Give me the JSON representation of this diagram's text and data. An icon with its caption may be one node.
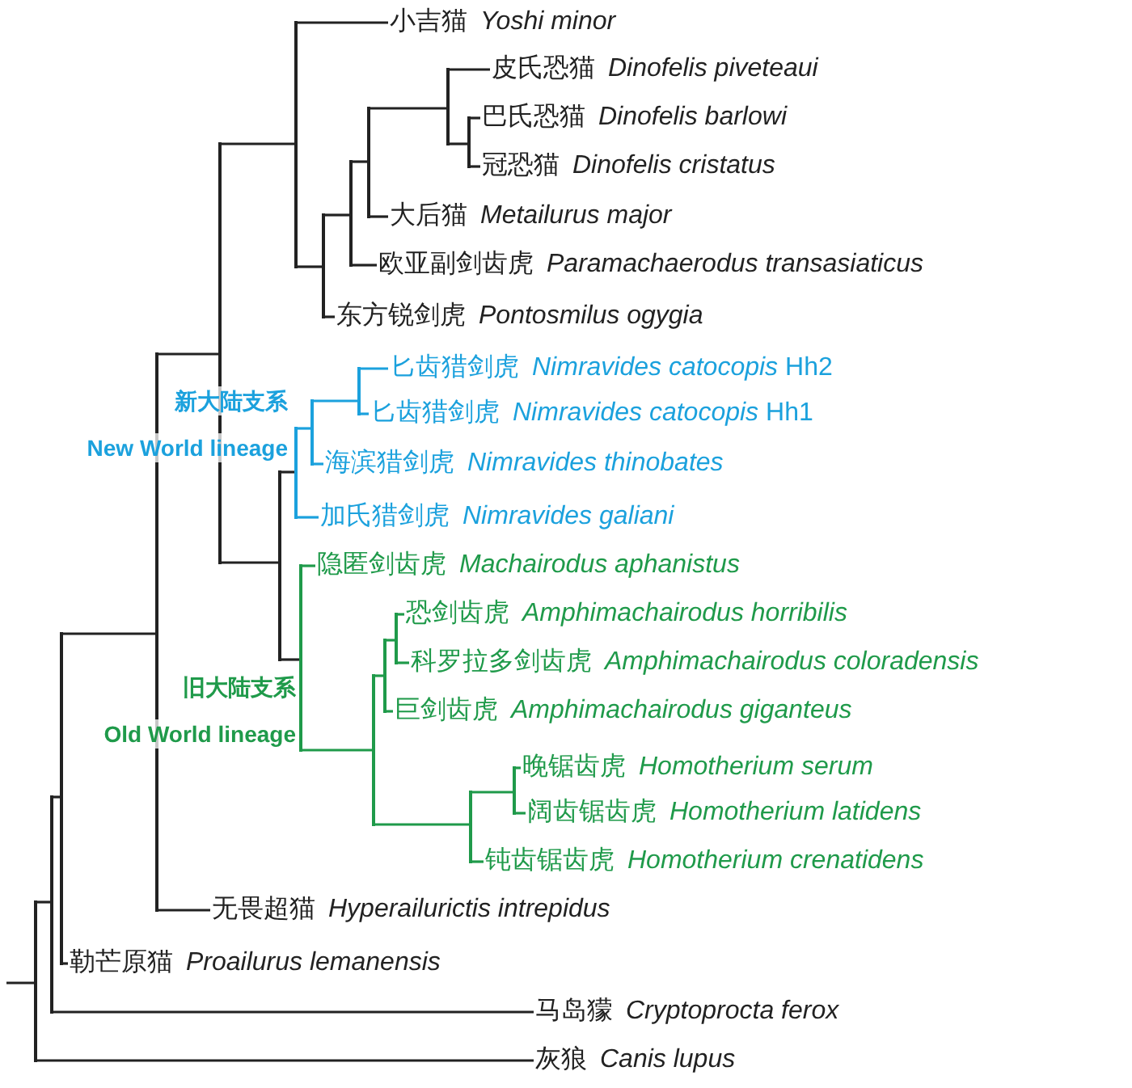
{
  "diagram": {
    "nodes": [
      {
        "text": [],
        "shape": "bar"
      },
      {
        "text": [],
        "shape": "bar"
      },
      {
        "text": [],
        "shape": "bar"
      },
      {
        "text": [],
        "shape": "bar"
      },
      {
        "text": [],
        "shape": "bar"
      },
      {
        "text": [],
        "shape": "bar"
      },
      {
        "text": [
          "小吉猫",
          "Yoshi minor"
        ]
      },
      {
        "text": [],
        "shape": "bar"
      },
      {
        "text": [],
        "shape": "bar"
      },
      {
        "text": [],
        "shape": "bar"
      },
      {
        "text": [],
        "shape": "bar"
      },
      {
        "text": [
          "皮氏恐猫",
          "Dinofelis piveteaui"
        ]
      },
      {
        "text": [],
        "shape": "bar"
      },
      {
        "text": [
          "巴氏恐猫",
          "Dinofelis barlowi"
        ]
      },
      {
        "text": [
          "冠恐猫",
          "Dinofelis cristatus"
        ]
      },
      {
        "text": [
          "大后猫",
          "Metailurus major"
        ]
      },
      {
        "text": [
          "欧亚副剑齿虎",
          "Paramachaerodus transasiaticus"
        ]
      },
      {
        "text": [
          "东方锐剑虎",
          "Pontosmilus ogygia"
        ]
      },
      {
        "text": [],
        "shape": "bar"
      },
      {
        "text": [],
        "shape": "bar"
      },
      {
        "text": [],
        "shape": "bar"
      },
      {
        "text": [],
        "shape": "bar"
      },
      {
        "text": [
          "匕齿猎剑虎",
          "*Nimravides catocopis* Hh2"
        ]
      },
      {
        "text": [
          "匕齿猎剑虎",
          "*Nimravides catocopis* Hh1"
        ]
      },
      {
        "text": [
          "海滨猎剑虎",
          "Nimravides thinobates"
        ]
      },
      {
        "text": [
          "加氏猎剑虎",
          "Nimravides galiani"
        ]
      },
      {
        "text": [],
        "shape": "bar"
      },
      {
        "text": [
          "隐匿剑齿虎",
          "Machairodus aphanistus"
        ]
      },
      {
        "text": [],
        "shape": "bar"
      },
      {
        "text": [],
        "shape": "bar"
      },
      {
        "text": [],
        "shape": "bar"
      },
      {
        "text": [
          "恐剑齿虎",
          "Amphimachairodus horribilis"
        ]
      },
      {
        "text": [
          "科罗拉多剑齿虎",
          "Amphimachairodus coloradensis"
        ]
      },
      {
        "text": [
          "巨剑齿虎",
          "Amphimachairodus giganteus"
        ]
      },
      {
        "text": [],
        "shape": "bar"
      },
      {
        "text": [],
        "shape": "bar"
      },
      {
        "text": [
          "晚锯齿虎",
          "Homotherium serum"
        ]
      },
      {
        "text": [
          "阔齿锯齿虎",
          "Homotherium latidens"
        ]
      },
      {
        "text": [
          "钝齿锯齿虎",
          "Homotherium crenatidens"
        ]
      },
      {
        "text": [
          "无畏超猫",
          "Hyperailurictis intrepidus"
        ]
      },
      {
        "text": [
          "勒芒原猫",
          "Proailurus lemanensis"
        ]
      },
      {
        "text": [
          "马岛獴",
          "Cryptoprocta ferox"
        ]
      },
      {
        "text": [
          "灰狼",
          "Canis lupus"
        ]
      }
    ],
    "edges": [
      {
        "from": null,
        "to": 0,
        "arrow": "none"
      },
      {
        "from": 0,
        "to": 1,
        "arrow": "none"
      },
      {
        "from": 0,
        "to": 42,
        "arrow": "none"
      },
      {
        "from": 1,
        "to": 2,
        "arrow": "none"
      },
      {
        "from": 1,
        "to": 41,
        "arrow": "none"
      },
      {
        "from": 2,
        "to": 3,
        "arrow": "none"
      },
      {
        "from": 2,
        "to": 40,
        "arrow": "none"
      },
      {
        "from": 3,
        "to": 4,
        "arrow": "none"
      },
      {
        "from": 3,
        "to": 39,
        "arrow": "none"
      },
      {
        "from": 4,
        "to": 5,
        "arrow": "none"
      },
      {
        "from": 4,
        "to": 18,
        "arrow": "none"
      },
      {
        "from": 5,
        "to": 6,
        "arrow": "none"
      },
      {
        "from": 5,
        "to": 7,
        "arrow": "none"
      },
      {
        "from": 7,
        "to": 8,
        "arrow": "none"
      },
      {
        "from": 7,
        "to": 17,
        "arrow": "none"
      },
      {
        "from": 8,
        "to": 9,
        "arrow": "none"
      },
      {
        "from": 8,
        "to": 16,
        "arrow": "none"
      },
      {
        "from": 9,
        "to": 10,
        "arrow": "none"
      },
      {
        "from": 9,
        "to": 15,
        "arrow": "none"
      },
      {
        "from": 10,
        "to": 11,
        "arrow": "none"
      },
      {
        "from": 10,
        "to": 12,
        "arrow": "none"
      },
      {
        "from": 12,
        "to": 13,
        "arrow": "none"
      },
      {
        "from": 12,
        "to": 14,
        "arrow": "none"
      },
      {
        "from": 18,
        "to": 19,
        "arrow": "none"
      },
      {
        "from": 18,
        "to": 26,
        "arrow": "none"
      },
      {
        "from": 19,
        "to": 20,
        "arrow": "none",
        "color": "#1ba1dd"
      },
      {
        "from": 19,
        "to": 25,
        "arrow": "none",
        "color": "#1ba1dd"
      },
      {
        "from": 20,
        "to": 21,
        "arrow": "none",
        "color": "#1ba1dd"
      },
      {
        "from": 20,
        "to": 24,
        "arrow": "none",
        "color": "#1ba1dd"
      },
      {
        "from": 21,
        "to": 22,
        "arrow": "none",
        "color": "#1ba1dd"
      },
      {
        "from": 21,
        "to": 23,
        "arrow": "none",
        "color": "#1ba1dd"
      },
      {
        "from": 26,
        "to": 27,
        "arrow": "none",
        "color": "#1f9a4a"
      },
      {
        "from": 26,
        "to": 28,
        "arrow": "none",
        "color": "#1f9a4a"
      },
      {
        "from": 28,
        "to": 29,
        "arrow": "none",
        "color": "#1f9a4a"
      },
      {
        "from": 28,
        "to": 34,
        "arrow": "none",
        "color": "#1f9a4a"
      },
      {
        "from": 29,
        "to": 30,
        "arrow": "none",
        "color": "#1f9a4a"
      },
      {
        "from": 29,
        "to": 33,
        "arrow": "none",
        "color": "#1f9a4a"
      },
      {
        "from": 30,
        "to": 31,
        "arrow": "none",
        "color": "#1f9a4a"
      },
      {
        "from": 30,
        "to": 32,
        "arrow": "none",
        "color": "#1f9a4a"
      },
      {
        "from": 34,
        "to": 35,
        "arrow": "none",
        "color": "#1f9a4a"
      },
      {
        "from": 34,
        "to": 38,
        "arrow": "none",
        "color": "#1f9a4a"
      },
      {
        "from": 35,
        "to": 36,
        "arrow": "none",
        "color": "#1f9a4a"
      },
      {
        "from": 35,
        "to": 37,
        "arrow": "none",
        "color": "#1f9a4a"
      }
    ],
    "labels": [
      "新大陆支系",
      "New World lineage",
      "旧大陆支系",
      "Old World lineage"
    ]
  }
}
